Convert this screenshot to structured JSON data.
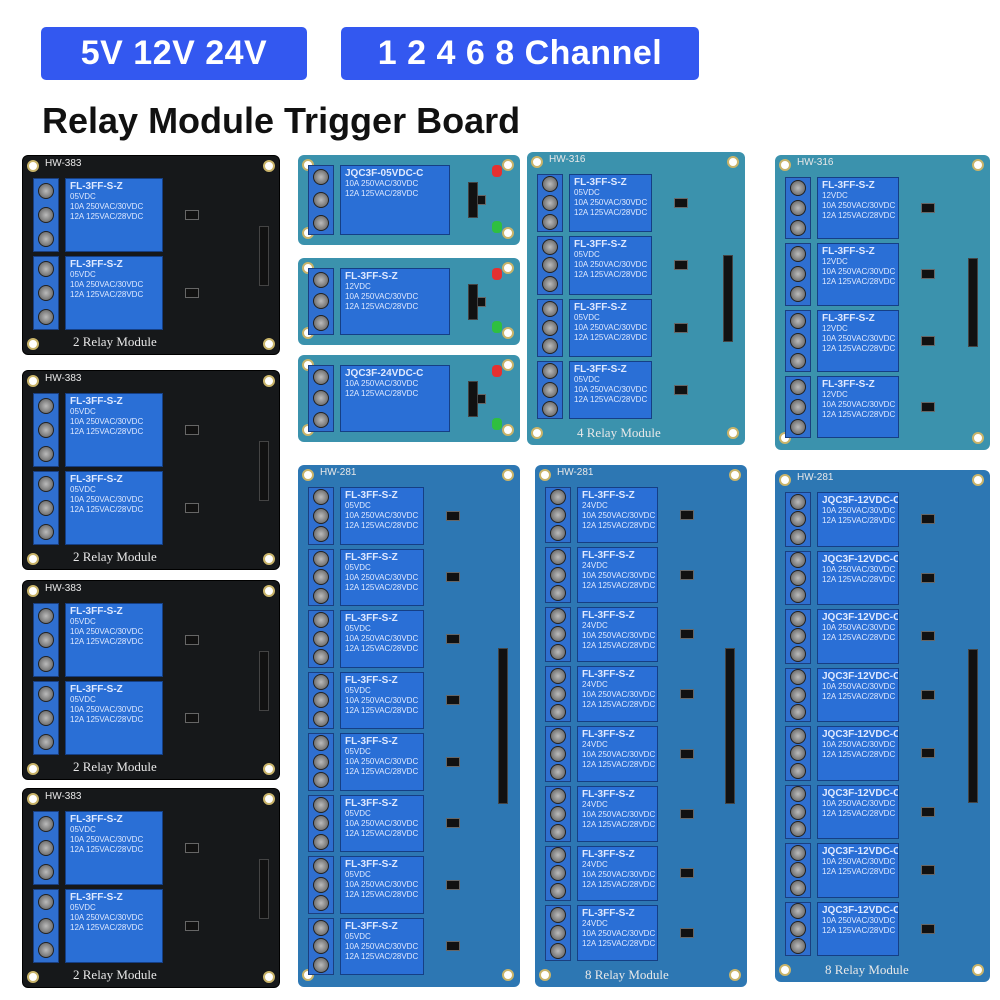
{
  "header": {
    "voltage_badge": "5V 12V 24V",
    "channel_badge": "1 2 4 6 8 Channel",
    "title": "Relay Module Trigger Board",
    "badge_color": "#3358f0"
  },
  "relay_text": {
    "model_fl": "FL-3FF-S-Z",
    "model_jqc_5": "JQC3F-05VDC-C",
    "model_jqc_24": "JQC3F-24VDC-C",
    "model_jqc_12": "JQC3F-12VDC-C",
    "coil_5": "05VDC",
    "coil_12": "12VDC",
    "coil_24": "24VDC",
    "rating_1": "10A 250VAC/30VDC",
    "rating_2": "12A 125VAC/28VDC"
  },
  "boards": {
    "two_channel_label": "2 Relay Module",
    "two_channel_code": "HW-383",
    "four_channel_label": "4 Relay Module",
    "four_channel_code": "HW-316",
    "eight_channel_label": "8 Relay Module",
    "eight_channel_code": "HW-281"
  },
  "colors": {
    "black_pcb": "#16181a",
    "teal_pcb": "#3b92ad",
    "blue_pcb": "#2d77b3",
    "relay_blue": "#2a6fd6"
  }
}
